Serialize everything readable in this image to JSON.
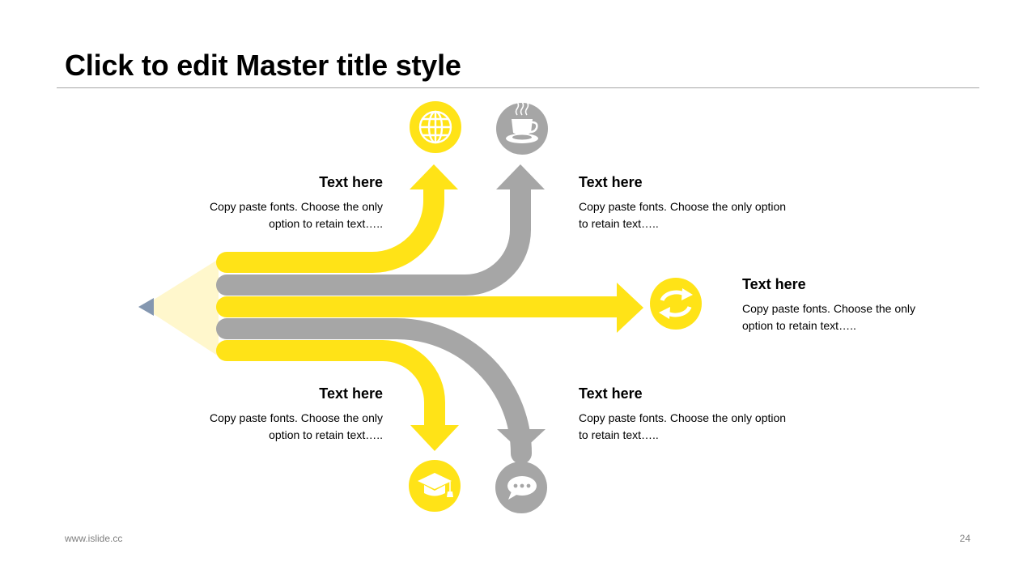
{
  "slide": {
    "title": "Click to edit Master title style",
    "footer_url": "www.islide.cc",
    "page_number": "24"
  },
  "colors": {
    "yellow": "#FFE317",
    "gray": "#A6A6A6",
    "pencil_wood": "#FFF7CC",
    "pencil_tip": "#8497B0"
  },
  "blocks": [
    {
      "heading": "Text here",
      "body_line1": "Copy paste fonts. Choose the only",
      "body_line2": "option to retain text….."
    },
    {
      "heading": "Text here",
      "body_line1": "Copy paste fonts. Choose the only option",
      "body_line2": "to retain text….."
    },
    {
      "heading": "Text here",
      "body_line1": "Copy paste fonts. Choose the only",
      "body_line2": "option to retain text….."
    },
    {
      "heading": "Text here",
      "body_line1": "Copy paste fonts. Choose the only",
      "body_line2": "option to retain text….."
    },
    {
      "heading": "Text here",
      "body_line1": "Copy paste fonts. Choose the only option",
      "body_line2": "to retain text….."
    }
  ],
  "icons": [
    "globe-icon",
    "coffee-cup-icon",
    "refresh-icon",
    "graduation-cap-icon",
    "chat-bubble-icon"
  ]
}
